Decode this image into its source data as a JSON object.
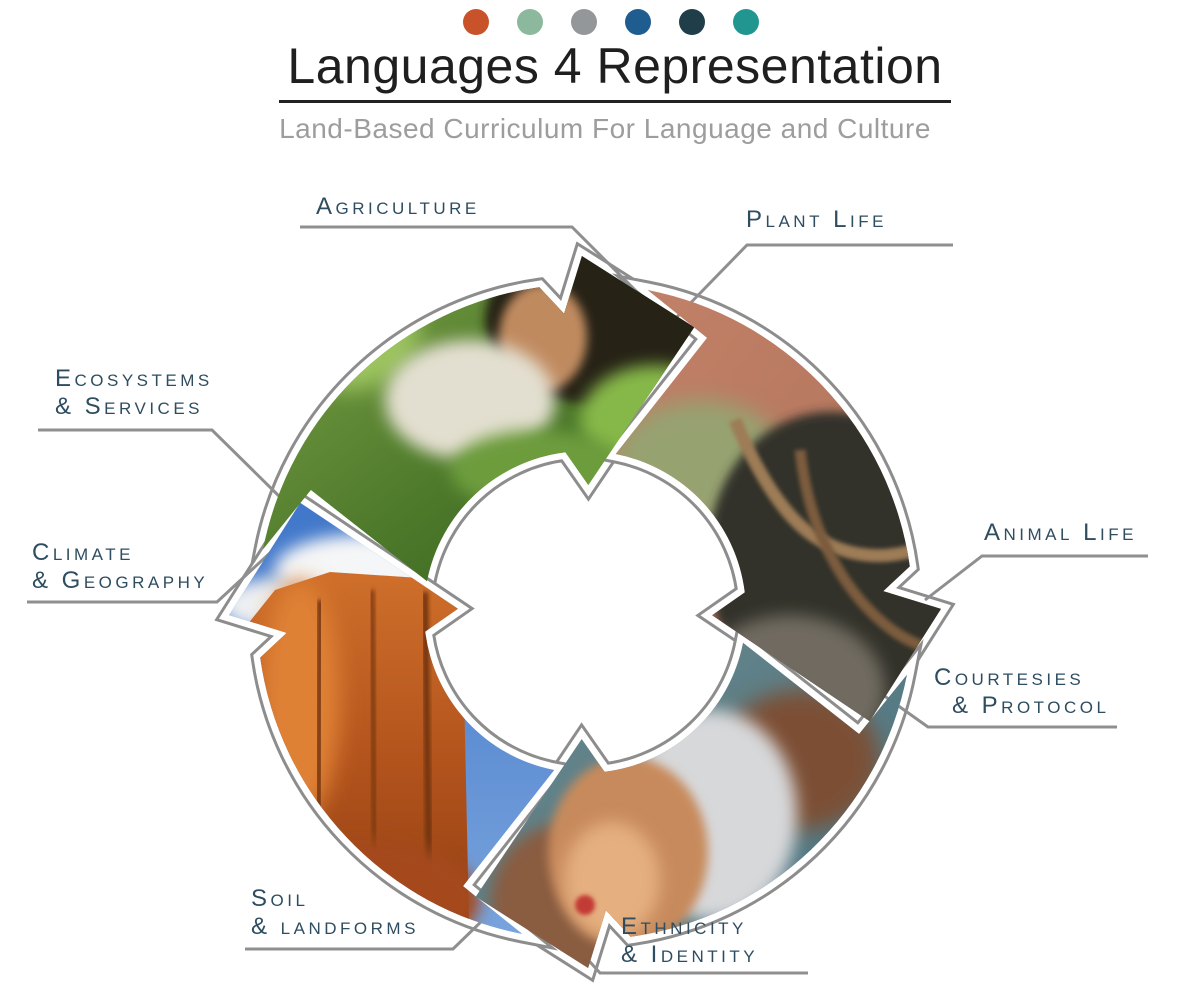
{
  "header": {
    "dot_colors": [
      "#c8532b",
      "#8cb89d",
      "#939799",
      "#1f5c8f",
      "#203d4a",
      "#219691"
    ],
    "title": "Languages 4 Representation",
    "subtitle": "Land-Based Curriculum For Language and Culture"
  },
  "diagram": {
    "labels": [
      {
        "id": "agriculture",
        "line1": "Agriculture",
        "line2": ""
      },
      {
        "id": "plant-life",
        "line1": "Plant Life",
        "line2": ""
      },
      {
        "id": "ecosystems",
        "line1": "Ecosystems",
        "line2": "& Services"
      },
      {
        "id": "climate",
        "line1": "Climate",
        "line2": "& Geography"
      },
      {
        "id": "animal-life",
        "line1": "Animal Life",
        "line2": ""
      },
      {
        "id": "courtesies",
        "line1": "Courtesies",
        "line2": "& Protocol"
      },
      {
        "id": "soil",
        "line1": "Soil",
        "line2": "& landforms"
      },
      {
        "id": "ethnicity",
        "line1": "Ethnicity",
        "line2": "& Identity"
      }
    ],
    "photos": [
      {
        "id": "agriculture-photo",
        "alt": "Indigenous woman harvesting green plants"
      },
      {
        "id": "animal-photo",
        "alt": "Goat with curved horns on red earth background"
      },
      {
        "id": "ethnicity-photo",
        "alt": "Smiling elderly Indigenous woman with white hair"
      },
      {
        "id": "landscape-photo",
        "alt": "Red rock mesa under blue sky with clouds"
      }
    ],
    "colors": {
      "label_text": "#2e4d60",
      "leader_line": "#8f8f8f",
      "outline": "#8d8d8d"
    }
  }
}
